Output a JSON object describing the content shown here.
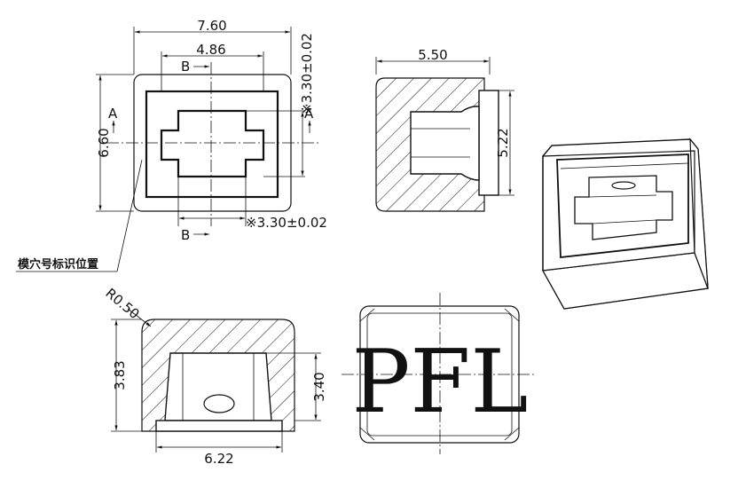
{
  "dimensions": {
    "width_outer": "7.60",
    "width_inner": "4.86",
    "tol_top": "※3.30±0.02",
    "tol_bottom": "※3.30±0.02",
    "height_outer": "6.60",
    "side_width": "5.50",
    "side_height": "5.22",
    "bottom_height_left": "3.83",
    "bottom_height_right": "3.40",
    "bottom_width": "6.22",
    "radius": "R0.50"
  },
  "section_labels": {
    "a_left": "A",
    "a_right": "A",
    "b_top": "B",
    "b_bottom": "B"
  },
  "note": "模穴号标识位置",
  "logo_text": "PFL"
}
